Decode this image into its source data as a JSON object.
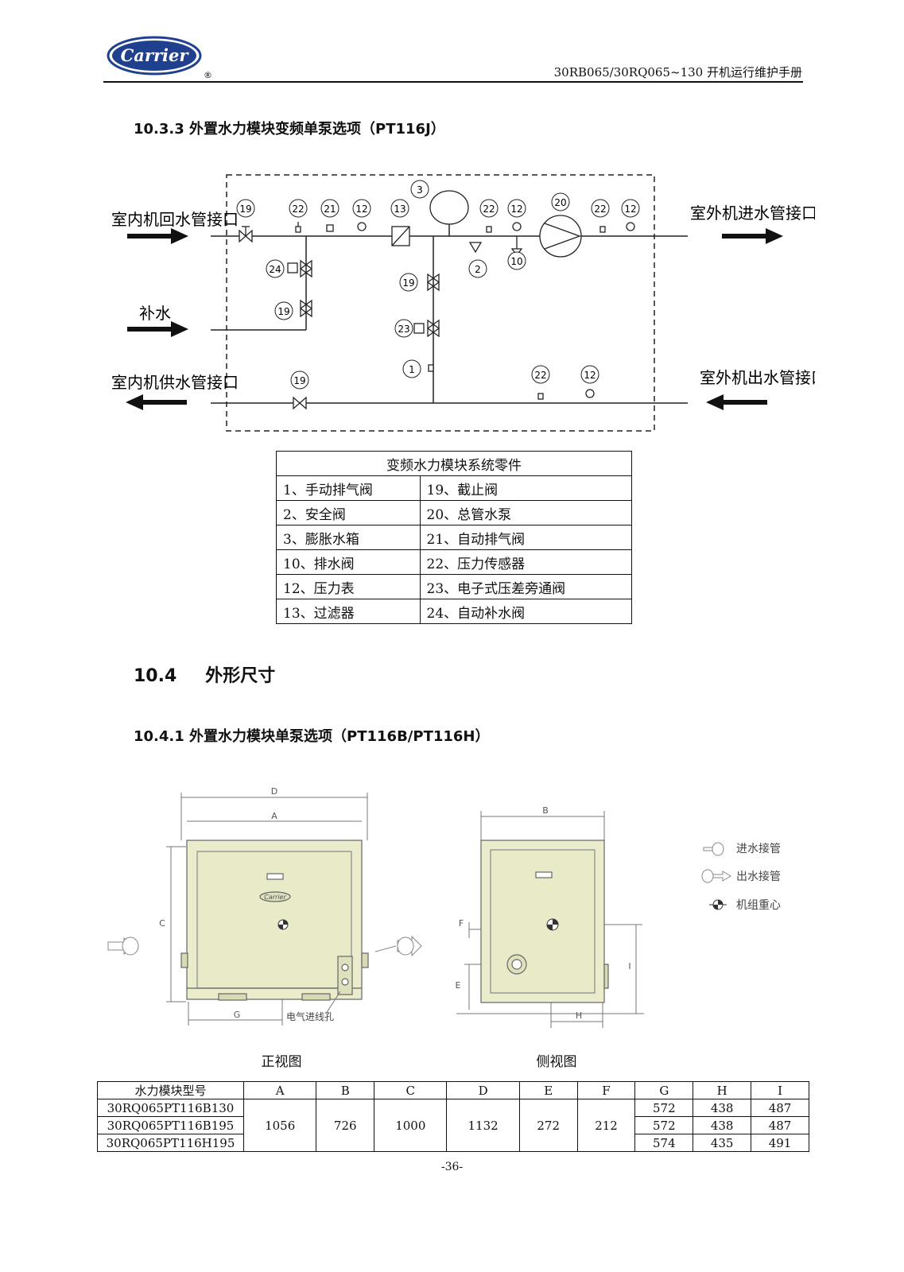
{
  "header": {
    "logo_text": "Carrier",
    "registered_mark": "®",
    "manual_title": "30RB065/30RQ065~130 开机运行维护手册"
  },
  "section_10_3_3": {
    "heading": "10.3.3 外置水力模块变频单泵选项（PT116J）",
    "diagram": {
      "port_indoor_return": "室内机回水管接口",
      "port_makeup": "补水",
      "port_indoor_supply": "室内机供水管接口",
      "port_outdoor_in": "室外机进水管接口",
      "port_outdoor_out": "室外机出水管接口",
      "tags": [
        "19",
        "22",
        "21",
        "12",
        "13",
        "3",
        "22",
        "12",
        "20",
        "22",
        "12",
        "24",
        "19",
        "2",
        "10",
        "19",
        "23",
        "1",
        "19",
        "22",
        "12"
      ]
    },
    "parts_table": {
      "caption": "变频水力模块系统零件",
      "rows": [
        [
          "1、手动排气阀",
          "19、截止阀"
        ],
        [
          "2、安全阀",
          "20、总管水泵"
        ],
        [
          "3、膨胀水箱",
          "21、自动排气阀"
        ],
        [
          "10、排水阀",
          "22、压力传感器"
        ],
        [
          "12、压力表",
          "23、电子式压差旁通阀"
        ],
        [
          "13、过滤器",
          "24、自动补水阀"
        ]
      ]
    }
  },
  "section_10_4": {
    "number": "10.4",
    "title": "外形尺寸"
  },
  "section_10_4_1": {
    "heading": "10.4.1 外置水力模块单泵选项（PT116B/PT116H）",
    "front_view": {
      "caption": "正视图",
      "dim_d": "D",
      "dim_a": "A",
      "dim_c": "C",
      "dim_g": "G",
      "logo": "Carrier",
      "cable_hole": "电气进线孔"
    },
    "side_view": {
      "caption": "侧视图",
      "dim_b": "B",
      "dim_f": "F",
      "dim_e": "E",
      "dim_h": "H",
      "dim_i": "I"
    },
    "legend": {
      "water_in": "进水接管",
      "water_out": "出水接管",
      "cog": "机组重心"
    },
    "dims_table": {
      "headers": [
        "水力模块型号",
        "A",
        "B",
        "C",
        "D",
        "E",
        "F",
        "G",
        "H",
        "I"
      ],
      "models": [
        "30RQ065PT116B130",
        "30RQ065PT116B195",
        "30RQ065PT116H195"
      ],
      "shared": {
        "A": "1056",
        "B": "726",
        "C": "1000",
        "D": "1132",
        "E": "272",
        "F": "212"
      },
      "rows_ghi": [
        [
          "572",
          "438",
          "487"
        ],
        [
          "572",
          "438",
          "487"
        ],
        [
          "574",
          "435",
          "491"
        ]
      ]
    }
  },
  "footer": {
    "page_number": "-36-"
  }
}
